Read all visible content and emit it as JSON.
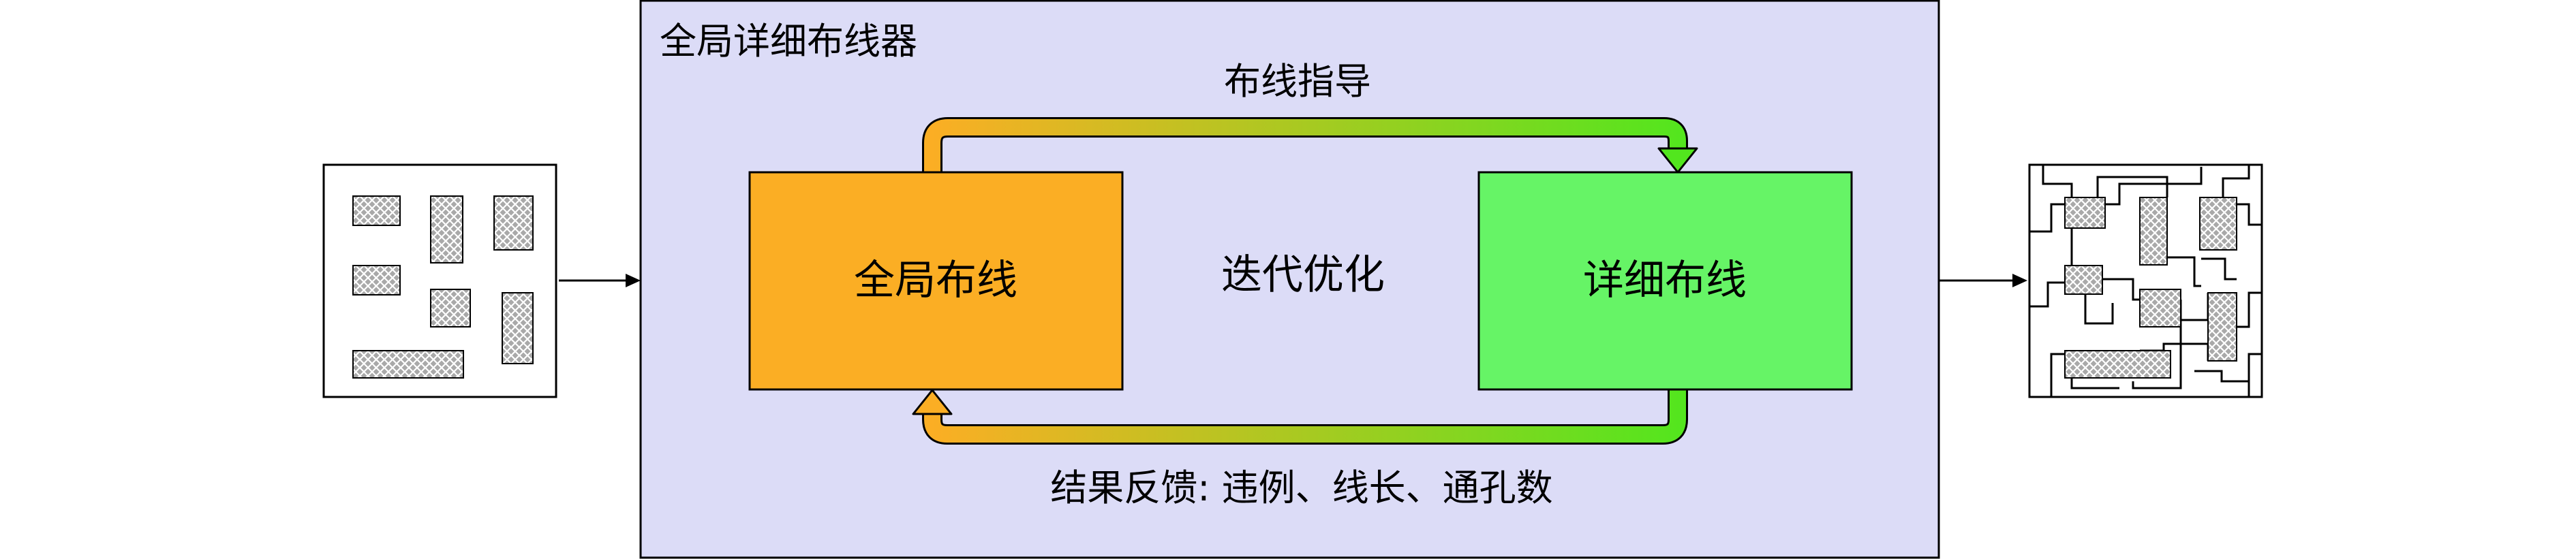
{
  "container": {
    "title": "全局详细布线器"
  },
  "blocks": {
    "global": {
      "label": "全局布线"
    },
    "detailed": {
      "label": "详细布线"
    }
  },
  "center_label": "迭代优化",
  "arrows": {
    "top_label": "布线指导",
    "bottom_label": "结果反馈: 违例、线长、通孔数"
  },
  "colors": {
    "container_fill": "#dcdcf7",
    "global_fill": "#fbae24",
    "detailed_fill": "#66f466"
  }
}
